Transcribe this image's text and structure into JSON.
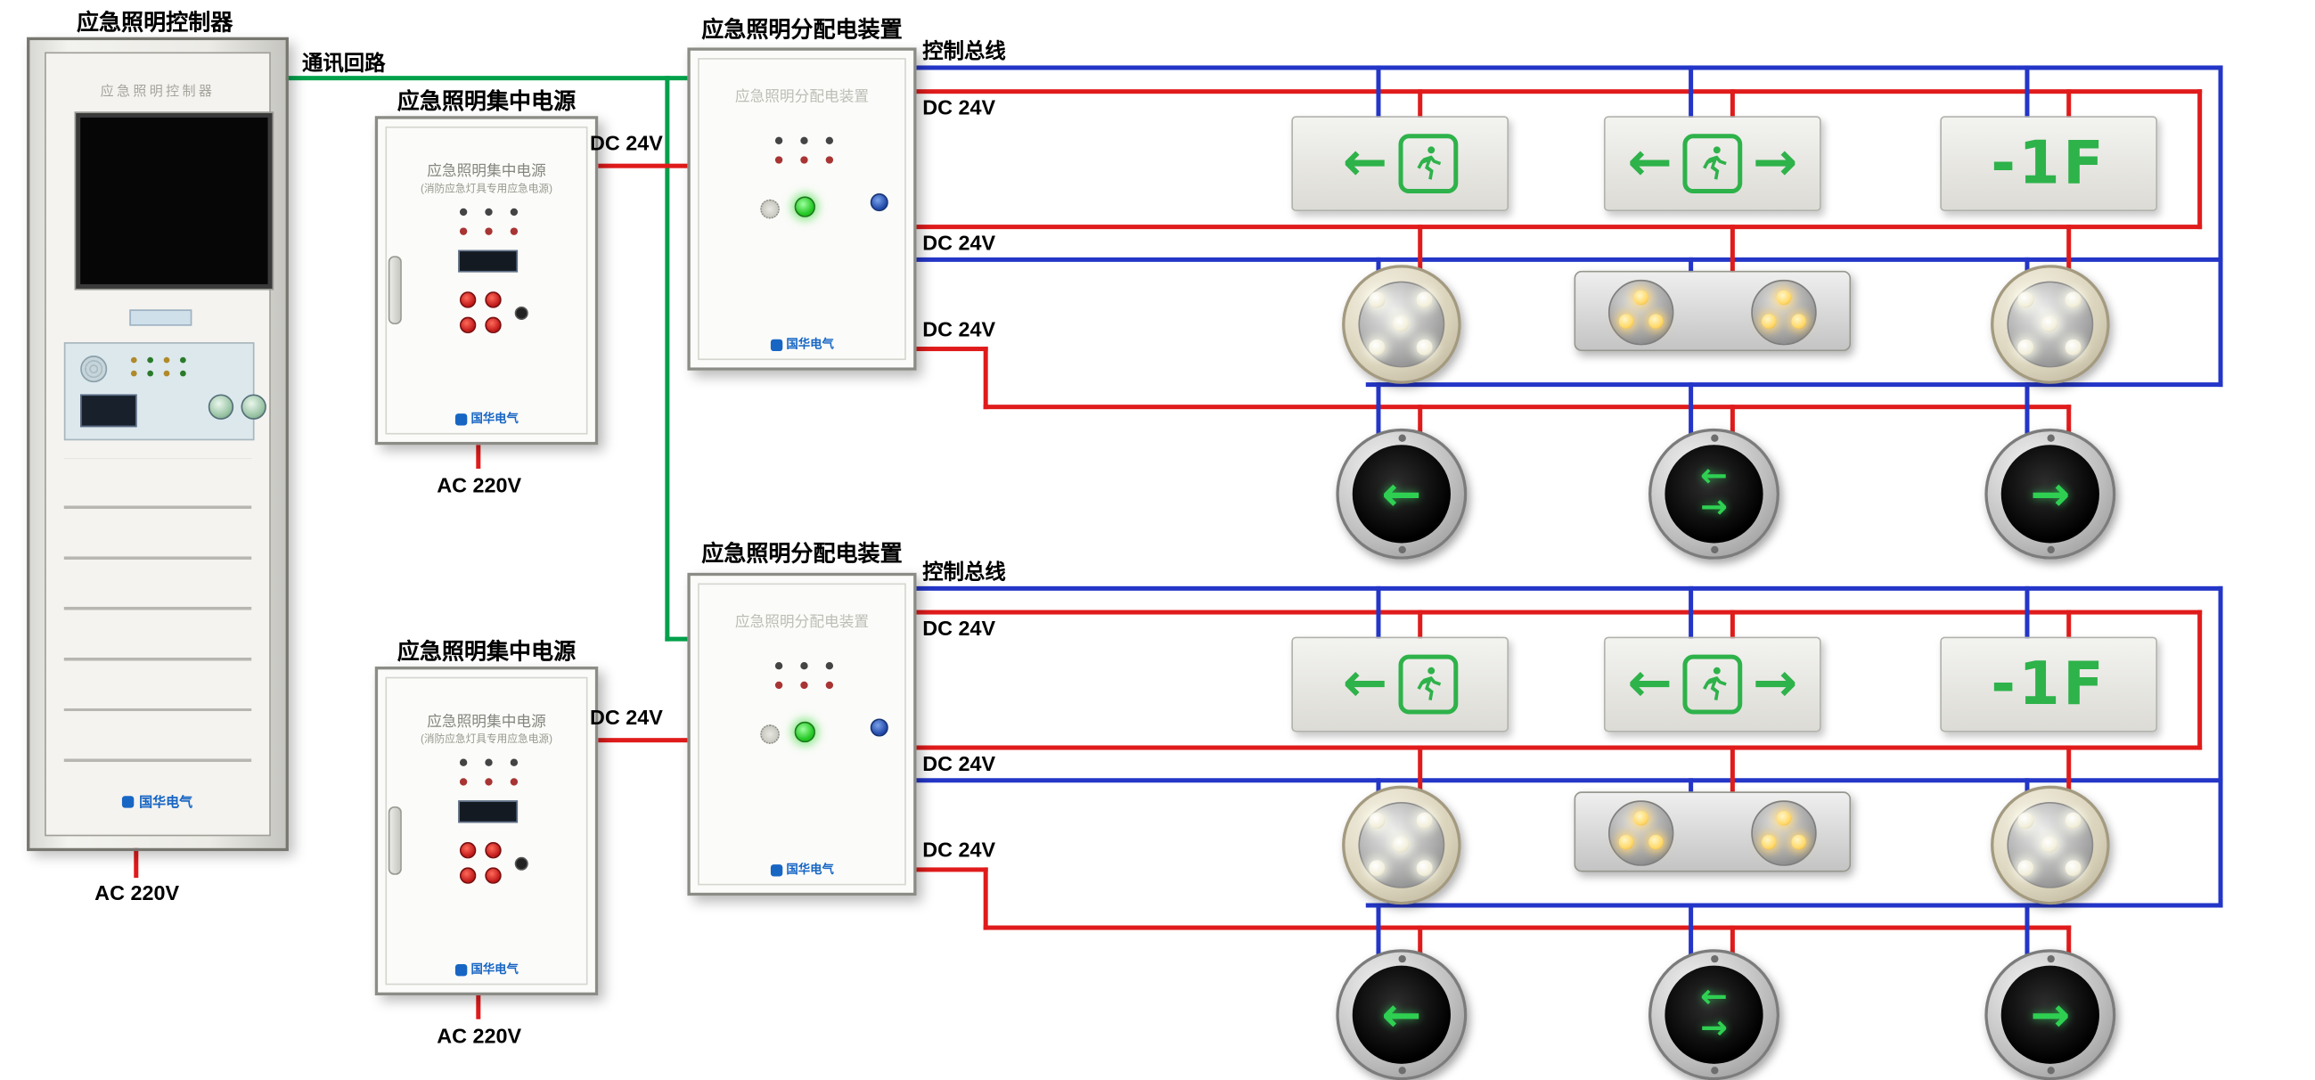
{
  "colors": {
    "wire_red": "#e01b1b",
    "wire_blue": "#2436c8",
    "wire_green": "#00a14b",
    "sign_green": "#2eb24a"
  },
  "controller": {
    "title": "应急照明控制器",
    "panel_title": "应急照明控制器",
    "brand": "国华电气",
    "power_label": "AC 220V"
  },
  "comm": {
    "label": "通讯回路"
  },
  "eps": {
    "title": "应急照明集中电源",
    "inner_title": "应急照明集中电源",
    "inner_subtitle": "(消防应急灯具专用应急电源)",
    "dc_label": "DC 24V",
    "power_label": "AC 220V",
    "brand": "国华电气"
  },
  "dist": {
    "title": "应急照明分配电装置",
    "panel_text": "应急照明分配电装置",
    "brand": "国华电气"
  },
  "bus": {
    "control_label": "控制总线",
    "dc_label": "DC 24V"
  },
  "fixtures": {
    "floor_sign_text": "-1F",
    "arrow_left": "←",
    "arrow_right": "→"
  }
}
